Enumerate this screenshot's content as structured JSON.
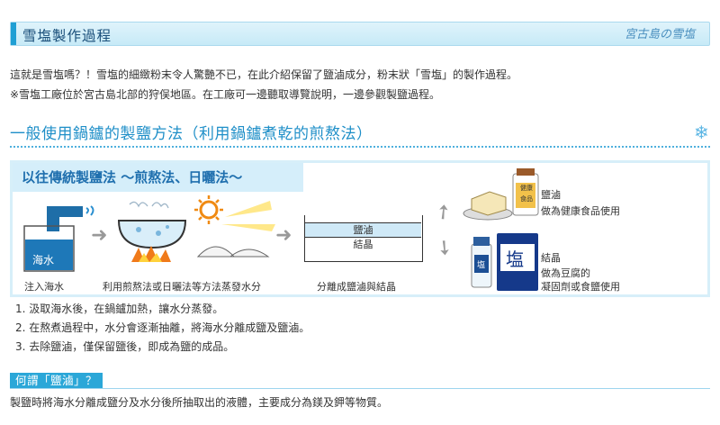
{
  "header": {
    "title": "雪塩製作過程",
    "brand": "宮古島の雪塩"
  },
  "intro": {
    "line1": "這就是雪塩嗎？！雪塩的細緻粉末令人驚艷不已，在此介紹保留了鹽滷成分，粉末狀「雪塩」的製作過程。",
    "line2": "※雪塩工廠位於宮古島北部的狩俣地區。在工廠可一邊聽取導覽說明，一邊參觀製鹽過程。"
  },
  "section": {
    "title": "一般使用鍋鑪的製鹽方法（利用鍋鑪煮乾的煎熬法）"
  },
  "panel": {
    "title": "以往傳統製鹽法 ～煎熬法、日曬法～",
    "seawater": "海水",
    "cap_inject": "注入海水",
    "cap_evaporate": "利用煎熬法或日曬法等方法蒸發水分",
    "cap_separate": "分離成鹽滷與結晶",
    "layer_top": "鹽滷",
    "layer_bottom": "結晶",
    "nigari_label": "鹽滷",
    "nigari_use": "做為健康食品使用",
    "crystal_label": "結晶",
    "crystal_use1": "做為豆腐的",
    "crystal_use2": "凝固劑或食鹽使用",
    "bottle_text": "健康食品",
    "bag_text": "塩",
    "jar_text": "塩"
  },
  "steps": [
    "1. 汲取海水後，在鍋鑪加熱，讓水分蒸發。",
    "2. 在熬煮過程中，水分會逐漸抽離，將海水分離成鹽及鹽滷。",
    "3. 去除鹽滷，僅保留鹽後，即成為鹽的成品。"
  ],
  "faq": {
    "question": "何謂「鹽滷」？",
    "answer": "製鹽時將海水分離成鹽分及水分後所抽取出的液體，主要成分為鎂及鉀等物質。"
  },
  "colors": {
    "accent": "#1f9fd4",
    "heading": "#1f8fc8",
    "panel_border": "#d7eff9"
  }
}
